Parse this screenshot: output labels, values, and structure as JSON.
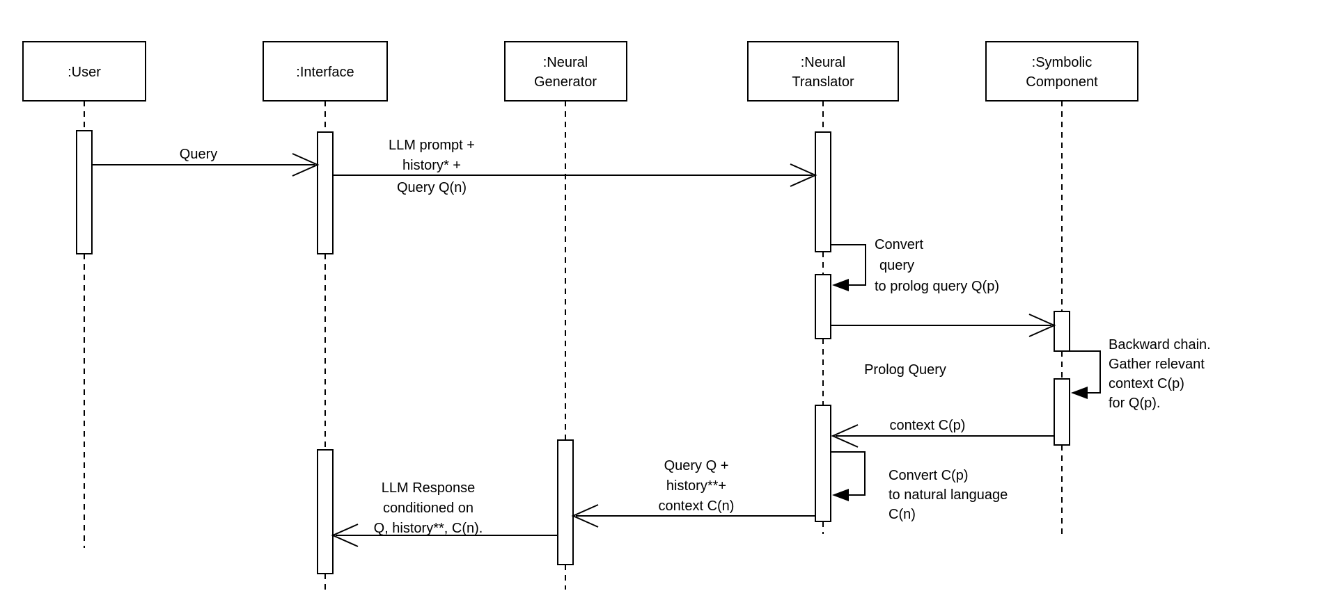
{
  "diagram": {
    "kind": "uml-sequence-diagram",
    "colors": {
      "background": "#ffffff",
      "stroke": "#000000",
      "text": "#000000"
    },
    "lifelines": [
      {
        "id": "user",
        "label_lines": [
          ":User"
        ]
      },
      {
        "id": "interface",
        "label_lines": [
          ":Interface"
        ]
      },
      {
        "id": "neural-generator",
        "label_lines": [
          ":Neural",
          "Generator"
        ]
      },
      {
        "id": "neural-translator",
        "label_lines": [
          ":Neural",
          "Translator"
        ]
      },
      {
        "id": "symbolic-component",
        "label_lines": [
          ":Symbolic",
          "Component"
        ]
      }
    ],
    "messages": [
      {
        "from": "user",
        "to": "interface",
        "kind": "async",
        "label_lines": [
          "Query"
        ]
      },
      {
        "from": "interface",
        "to": "neural-translator",
        "kind": "async",
        "label_lines": [
          "LLM prompt +",
          "history* +",
          "Query Q(n)"
        ]
      },
      {
        "from": "neural-translator",
        "to": "neural-translator",
        "kind": "self",
        "label_lines": [
          "Convert",
          "query",
          "to prolog query Q(p)"
        ]
      },
      {
        "from": "neural-translator",
        "to": "symbolic-component",
        "kind": "async",
        "label_lines": [
          "Prolog Query"
        ]
      },
      {
        "from": "symbolic-component",
        "to": "symbolic-component",
        "kind": "self",
        "label_lines": [
          "Backward chain.",
          "Gather relevant",
          "context C(p)",
          "for Q(p)."
        ]
      },
      {
        "from": "symbolic-component",
        "to": "neural-translator",
        "kind": "async",
        "label_lines": [
          "context C(p)"
        ]
      },
      {
        "from": "neural-translator",
        "to": "neural-translator",
        "kind": "self",
        "label_lines": [
          "Convert C(p)",
          "to natural language",
          "C(n)"
        ]
      },
      {
        "from": "neural-translator",
        "to": "neural-generator",
        "kind": "async",
        "label_lines": [
          "Query Q +",
          "history**+",
          "context C(n)"
        ]
      },
      {
        "from": "neural-generator",
        "to": "interface",
        "kind": "async",
        "label_lines": [
          "LLM Response",
          "conditioned on",
          "Q, history**, C(n)."
        ]
      }
    ]
  }
}
